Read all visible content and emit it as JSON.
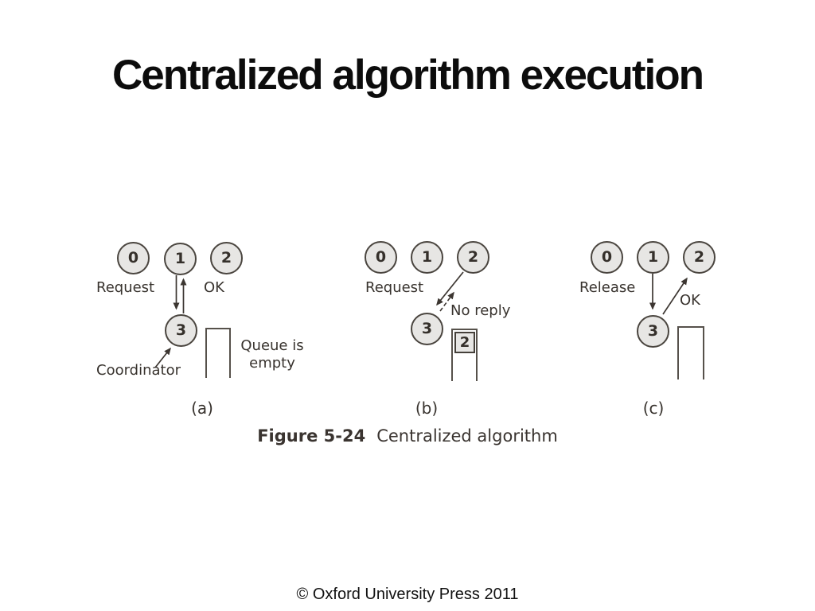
{
  "slide": {
    "title": "Centralized algorithm execution",
    "footer": "© Oxford University Press 2011"
  },
  "figure": {
    "caption": {
      "label": "Figure 5-24",
      "text": "Centralized algorithm"
    },
    "panel_a": {
      "label": "(a)",
      "p0": "0",
      "p1": "1",
      "p2": "2",
      "coordinator": "3",
      "request": "Request",
      "ok": "OK",
      "coordinator_label": "Coordinator",
      "queue_note_line1": "Queue is",
      "queue_note_line2": "empty"
    },
    "panel_b": {
      "label": "(b)",
      "p0": "0",
      "p1": "1",
      "p2": "2",
      "coordinator": "3",
      "request": "Request",
      "no_reply": "No reply",
      "queued": "2"
    },
    "panel_c": {
      "label": "(c)",
      "p0": "0",
      "p1": "1",
      "p2": "2",
      "coordinator": "3",
      "release": "Release",
      "ok": "OK"
    }
  },
  "colors": {
    "ink": "#3c3631",
    "circle_fill": "#e7e6e4",
    "background": "#ffffff"
  }
}
